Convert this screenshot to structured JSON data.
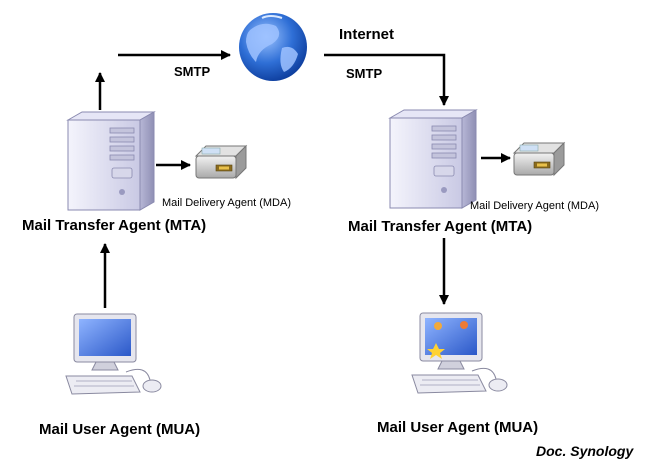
{
  "labels": {
    "internet": "Internet",
    "smtp_left": "SMTP",
    "smtp_right": "SMTP",
    "mda_left": "Mail Delivery Agent (MDA)",
    "mda_right": "Mail Delivery Agent (MDA)",
    "mta_left": "Mail Transfer Agent (MTA)",
    "mta_right": "Mail Transfer Agent (MTA)",
    "mua_left": "Mail User Agent (MUA)",
    "mua_right": "Mail User Agent (MUA)",
    "credit": "Doc. Synology"
  },
  "colors": {
    "arrow": "#000000",
    "server_body": "#dcdcf0",
    "globe_ocean": "#2f6fd6",
    "globe_land": "#7fa9e8",
    "screen": "#4b7de0"
  },
  "icons": [
    "globe-icon",
    "server-icon",
    "hard-drive-icon",
    "desktop-computer-icon"
  ]
}
